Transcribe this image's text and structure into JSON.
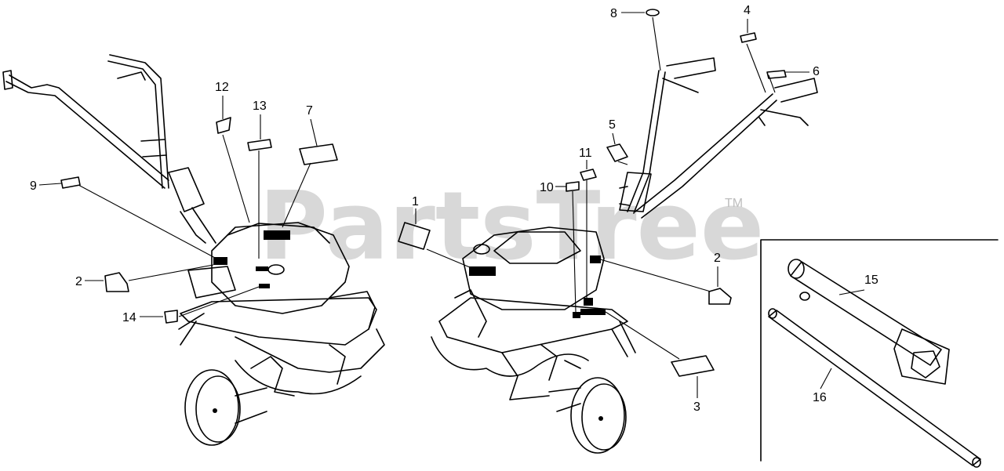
{
  "watermark": {
    "text": "PartsTree",
    "trademark": "TM"
  },
  "callouts": {
    "c1": "1",
    "c2a": "2",
    "c2b": "2",
    "c3": "3",
    "c4": "4",
    "c5": "5",
    "c6": "6",
    "c7": "7",
    "c8": "8",
    "c9": "9",
    "c10": "10",
    "c11": "11",
    "c12": "12",
    "c13": "13",
    "c14": "14",
    "c15": "15",
    "c16": "16"
  }
}
